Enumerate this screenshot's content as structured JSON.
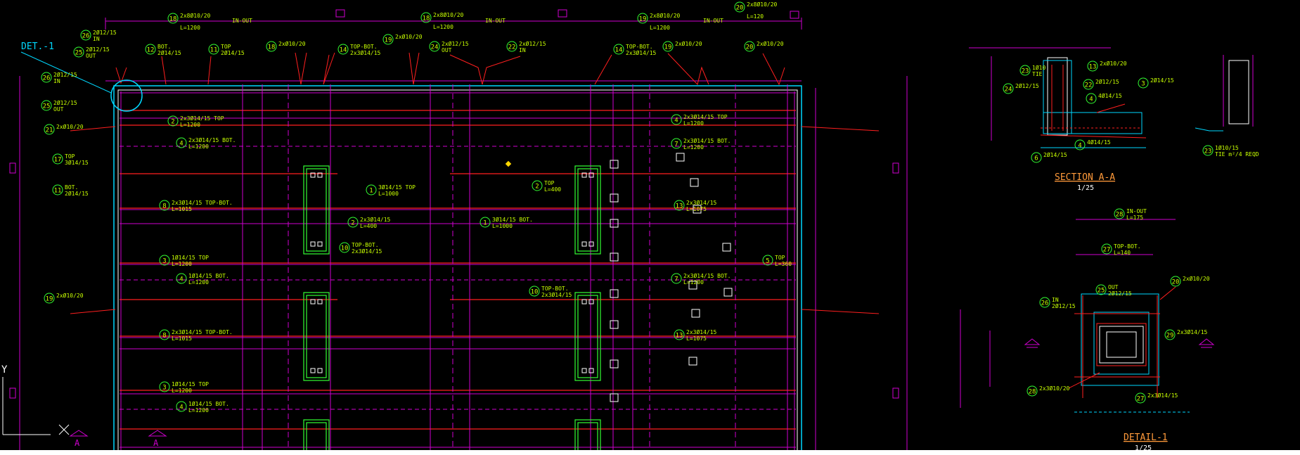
{
  "colors": {
    "background": "#000000",
    "rebar": "#ff1f1f",
    "dim": "#d000d0",
    "label": "#c8ff00",
    "bubble": "#32ff32",
    "frame": "#00d8ff",
    "title": "#ff9a3a",
    "white": "#ffffff"
  },
  "labels": {
    "det1": "DET.-1",
    "section_aa": "SECTION A-A",
    "section_aa_scale": "1/25",
    "detail1": "DETAIL-1",
    "detail1_scale": "1/25",
    "section_mark": "A",
    "axis_y": "Y"
  },
  "top_row": [
    {
      "num": "18",
      "text": "2x8Ø10/20"
    },
    {
      "num": "18",
      "text": "2x8Ø10/20"
    },
    {
      "num": "19",
      "text": "2x8Ø10/20"
    },
    {
      "num": "20",
      "text": "2x8Ø10/20"
    }
  ],
  "top_row_sub": [
    "L=1200",
    "L=1200",
    "L=1200",
    "L=120"
  ],
  "top_inout": [
    "IN-OUT",
    "IN-OUT",
    "IN-OUT"
  ],
  "bar_marks": [
    {
      "num": "26",
      "text": "2Ø12/15",
      "sub": "IN"
    },
    {
      "num": "25",
      "text": "2Ø12/15",
      "sub": "OUT"
    },
    {
      "num": "12",
      "text": "BOT.",
      "sub": "2Ø14/15"
    },
    {
      "num": "11",
      "text": "TOP",
      "sub": "2Ø14/15"
    },
    {
      "num": "18",
      "text": "2xØ10/20",
      "sub": ""
    },
    {
      "num": "14",
      "text": "TOP-BOT.",
      "sub": "2x3Ø14/15"
    },
    {
      "num": "19",
      "text": "2xØ10/20",
      "sub": ""
    },
    {
      "num": "24",
      "text": "2xØ12/15",
      "sub": "OUT"
    },
    {
      "num": "22",
      "text": "2xØ12/15",
      "sub": "IN"
    },
    {
      "num": "14",
      "text": "TOP-BOT.",
      "sub": "2x3Ø14/15"
    },
    {
      "num": "19",
      "text": "2xØ10/20",
      "sub": ""
    },
    {
      "num": "20",
      "text": "2xØ10/20",
      "sub": ""
    }
  ],
  "left_marks": [
    {
      "num": "26",
      "text": "2Ø12/15",
      "sub": "IN"
    },
    {
      "num": "25",
      "text": "2Ø12/15",
      "sub": "OUT"
    },
    {
      "num": "21",
      "text": "2xØ10/20",
      "sub": ""
    },
    {
      "num": "17",
      "text": "TOP",
      "sub": "3Ø14/15"
    },
    {
      "num": "11",
      "text": "BOT.",
      "sub": "2Ø14/15"
    },
    {
      "num": "19",
      "text": "2xØ10/20",
      "sub": ""
    }
  ],
  "row_labels": [
    {
      "num": "2",
      "text": "2x3Ø14/15  TOP",
      "sub": "L=1200"
    },
    {
      "num": "4",
      "text": "2x3Ø14/15  BOT.",
      "sub": "L=1200"
    },
    {
      "num": "8",
      "text": "2x3Ø14/15  TOP-BOT.",
      "sub": "L=1015"
    },
    {
      "num": "3",
      "text": "1Ø14/15  TOP",
      "sub": "L=1200"
    },
    {
      "num": "4",
      "text": "1Ø14/15  BOT.",
      "sub": "L=1200"
    },
    {
      "num": "8",
      "text": "2x3Ø14/15  TOP-BOT.",
      "sub": "L=1015"
    },
    {
      "num": "3",
      "text": "1Ø14/15  TOP",
      "sub": "L=1200"
    },
    {
      "num": "4",
      "text": "1Ø14/15  BOT.",
      "sub": "L=1200"
    }
  ],
  "mid_labels": [
    {
      "num": "1",
      "text": "3Ø14/15  TOP",
      "sub": "L=1000"
    },
    {
      "num": "2",
      "text": "2x3Ø14/15",
      "sub": "L=400"
    },
    {
      "num": "10",
      "text": "TOP-BOT.",
      "sub": "2x3Ø14/15"
    },
    {
      "num": "1",
      "text": "3Ø14/15  BOT.",
      "sub": "L=1000"
    },
    {
      "num": "2",
      "text": "TOP",
      "sub": "L=400"
    },
    {
      "num": "10",
      "text": "TOP-BOT.",
      "sub": "2x3Ø14/15"
    }
  ],
  "right_labels": [
    {
      "num": "4",
      "text": "2x3Ø14/15  TOP",
      "sub": "L=1200"
    },
    {
      "num": "7",
      "text": "2x3Ø14/15  BOT.",
      "sub": "L=1200"
    },
    {
      "num": "13",
      "text": "2x3Ø14/15",
      "sub": "L=1075"
    },
    {
      "num": "5",
      "text": "TOP",
      "sub": "L=360"
    },
    {
      "num": "7",
      "text": "2x3Ø14/15  BOT.",
      "sub": "L=1200"
    },
    {
      "num": "13",
      "text": "2x3Ø14/15",
      "sub": "L=1075"
    }
  ],
  "section_marks": [
    {
      "num": "23",
      "text": "1Ø10",
      "sub": "TIE"
    },
    {
      "num": "13",
      "text": "2xØ10/20",
      "sub": ""
    },
    {
      "num": "24",
      "text": "2Ø12/15",
      "sub": ""
    },
    {
      "num": "22",
      "text": "2Ø12/15",
      "sub": ""
    },
    {
      "num": "3",
      "text": "2Ø14/15",
      "sub": ""
    },
    {
      "num": "4",
      "text": "4Ø14/15",
      "sub": ""
    },
    {
      "num": "6",
      "text": "2Ø14/15",
      "sub": ""
    },
    {
      "num": "4",
      "text": "4Ø14/15",
      "sub": ""
    },
    {
      "num": "23",
      "text": "1Ø10/15",
      "sub": "TIE  m²/4 REQD"
    }
  ],
  "detail_marks": [
    {
      "num": "28",
      "text": "IN-OUT",
      "sub": "L=175"
    },
    {
      "num": "27",
      "text": "TOP-BOT.",
      "sub": "L=140"
    },
    {
      "num": "25",
      "text": "OUT",
      "sub": "2Ø12/15"
    },
    {
      "num": "20",
      "text": "2xØ10/20",
      "sub": ""
    },
    {
      "num": "26",
      "text": "IN",
      "sub": "2Ø12/15"
    },
    {
      "num": "29",
      "text": "2x3Ø14/15",
      "sub": ""
    },
    {
      "num": "28",
      "text": "2x3Ø10/20",
      "sub": ""
    },
    {
      "num": "27",
      "text": "2x3Ø14/15",
      "sub": ""
    }
  ]
}
